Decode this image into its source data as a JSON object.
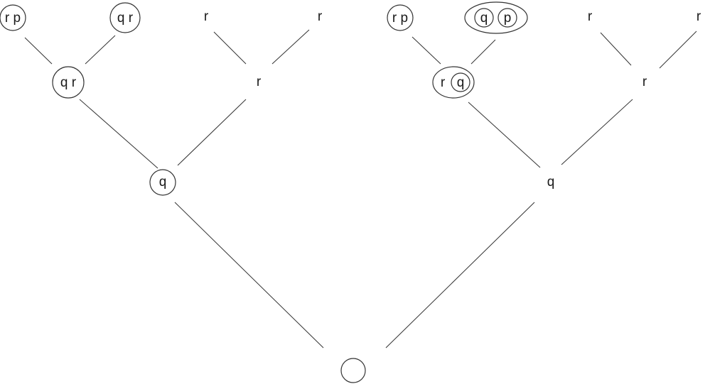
{
  "colors": {
    "stroke": "#333333",
    "text": "#1a1a1a",
    "background": "#ffffff"
  },
  "root": {
    "label": ""
  },
  "left_tree": {
    "n1": {
      "label": "q"
    },
    "n2a": {
      "label": "q r"
    },
    "n2b": {
      "label": "r"
    },
    "leaf1": {
      "label": "r p"
    },
    "leaf2": {
      "label": "q r"
    },
    "leaf3": {
      "label": "r"
    },
    "leaf4": {
      "label": "r"
    }
  },
  "right_tree": {
    "n1": {
      "label": "q"
    },
    "n2a": {
      "outer_label": "r",
      "inner_label": "q"
    },
    "n2b": {
      "label": "r"
    },
    "leaf1": {
      "label": "r p"
    },
    "leaf2": {
      "inner_left": "q",
      "inner_right": "p"
    },
    "leaf3": {
      "label": "r"
    },
    "leaf4": {
      "label": "r"
    }
  }
}
